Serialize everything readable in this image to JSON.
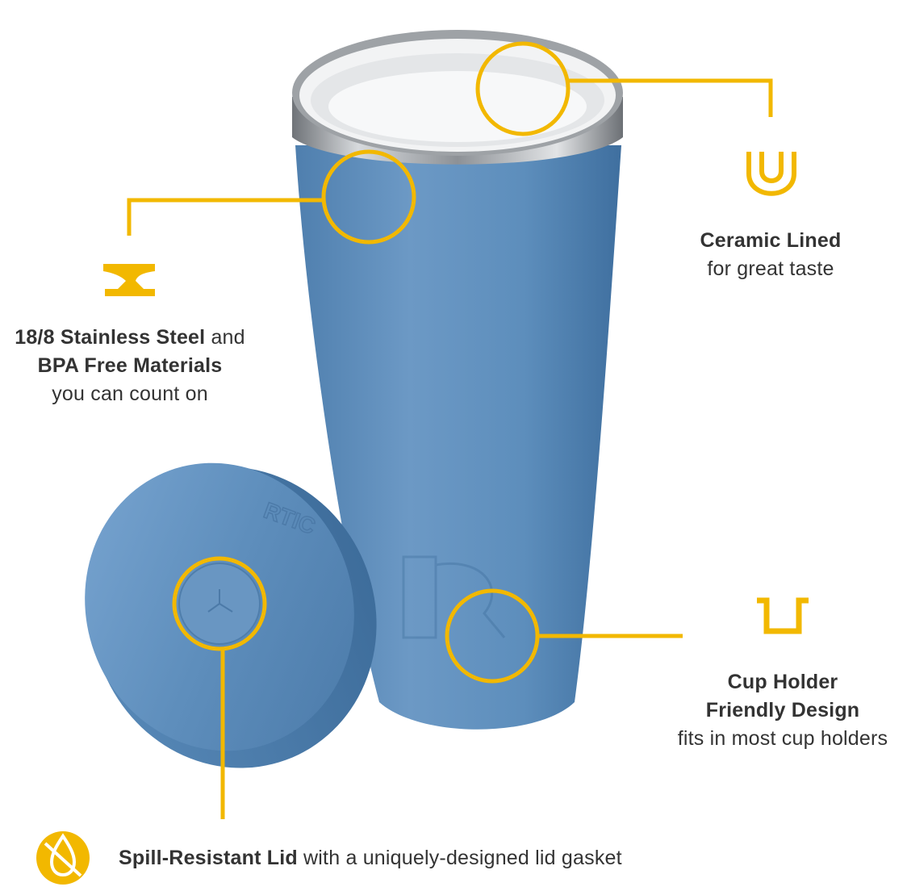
{
  "colors": {
    "accent": "#F2B800",
    "tumbler": "#5E8DB8",
    "text": "#333333"
  },
  "product": {
    "lid_brand": "RTIC"
  },
  "callouts": {
    "ceramic": {
      "icon": "ceramic-lining-icon",
      "title": "Ceramic Lined",
      "subtitle": "for great taste"
    },
    "steel": {
      "icon": "anvil-icon",
      "line1_bold": "18/8 Stainless Steel",
      "line1_rest": " and",
      "line2_bold": "BPA Free Materials",
      "line3": "you can count on"
    },
    "cupholder": {
      "icon": "cup-holder-icon",
      "title_line1": "Cup Holder",
      "title_line2": "Friendly Design",
      "subtitle": "fits in most cup holders"
    },
    "lid": {
      "icon": "spill-drop-icon",
      "bold": "Spill-Resistant Lid",
      "rest": " with a uniquely-designed lid gasket"
    }
  }
}
